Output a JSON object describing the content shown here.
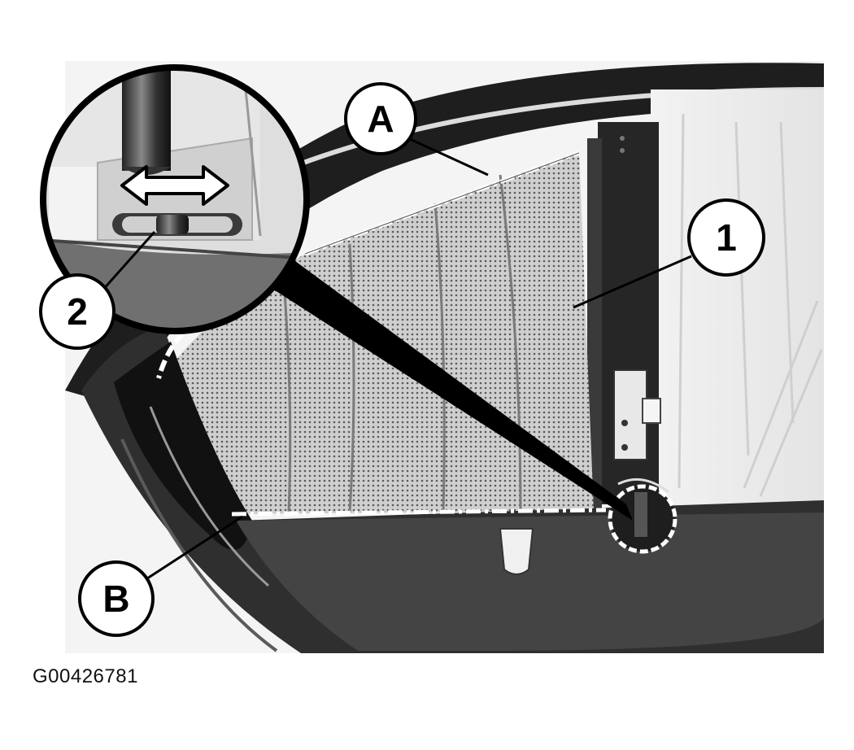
{
  "figure_id": "G00426781",
  "callouts": {
    "a": "A",
    "b": "B",
    "one": "1",
    "two": "2"
  },
  "icons": [
    "double-headed-arrow-icon"
  ]
}
